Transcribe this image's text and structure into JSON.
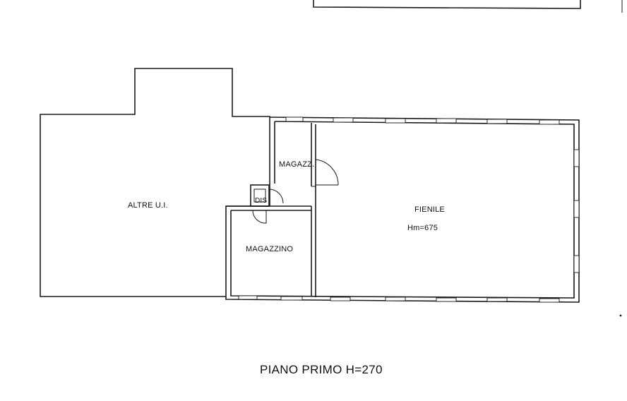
{
  "rooms": {
    "altre_ui": "ALTRE U.I.",
    "magazz": "MAGAZZ.",
    "dis": "DIS",
    "fienile": "FIENILE",
    "fienile_height": "Hm=675",
    "magazzino": "MAGAZZINO"
  },
  "caption": "PIANO PRIMO H=270",
  "colors": {
    "ink": "#1a1a1a",
    "paper": "#ffffff"
  }
}
